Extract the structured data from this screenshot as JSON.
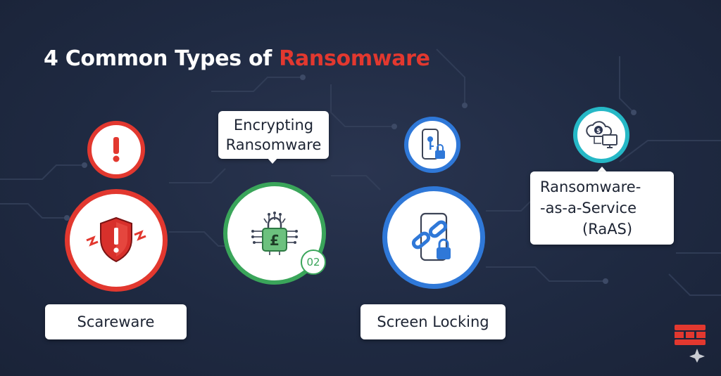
{
  "title": {
    "prefix": "4 Common Types of",
    "highlight": "Ransomware"
  },
  "items": [
    {
      "label": "Scareware",
      "icon": "exclamation-icon",
      "main_icon": "shield-alert-icon",
      "color": "#e2382f"
    },
    {
      "label_lines": [
        "Encrypting",
        "Ransomware"
      ],
      "icon": "circuit-lock-icon",
      "badge": "02",
      "color": "#3aa55a"
    },
    {
      "label": "Screen Locking",
      "icon": "phone-key-lock-icon",
      "main_icon": "phone-chain-lock-icon",
      "color": "#2f78d8"
    },
    {
      "label_lines": [
        "Ransomware-",
        "-as-a-Service",
        "(RaAS)"
      ],
      "icon": "cloud-dollar-computer-icon",
      "color": "#26b8c6"
    }
  ],
  "colors": {
    "background": "#1f2a42",
    "accent": "#e2382f",
    "title": "#ffffff"
  },
  "logo": "fortinet-logo"
}
